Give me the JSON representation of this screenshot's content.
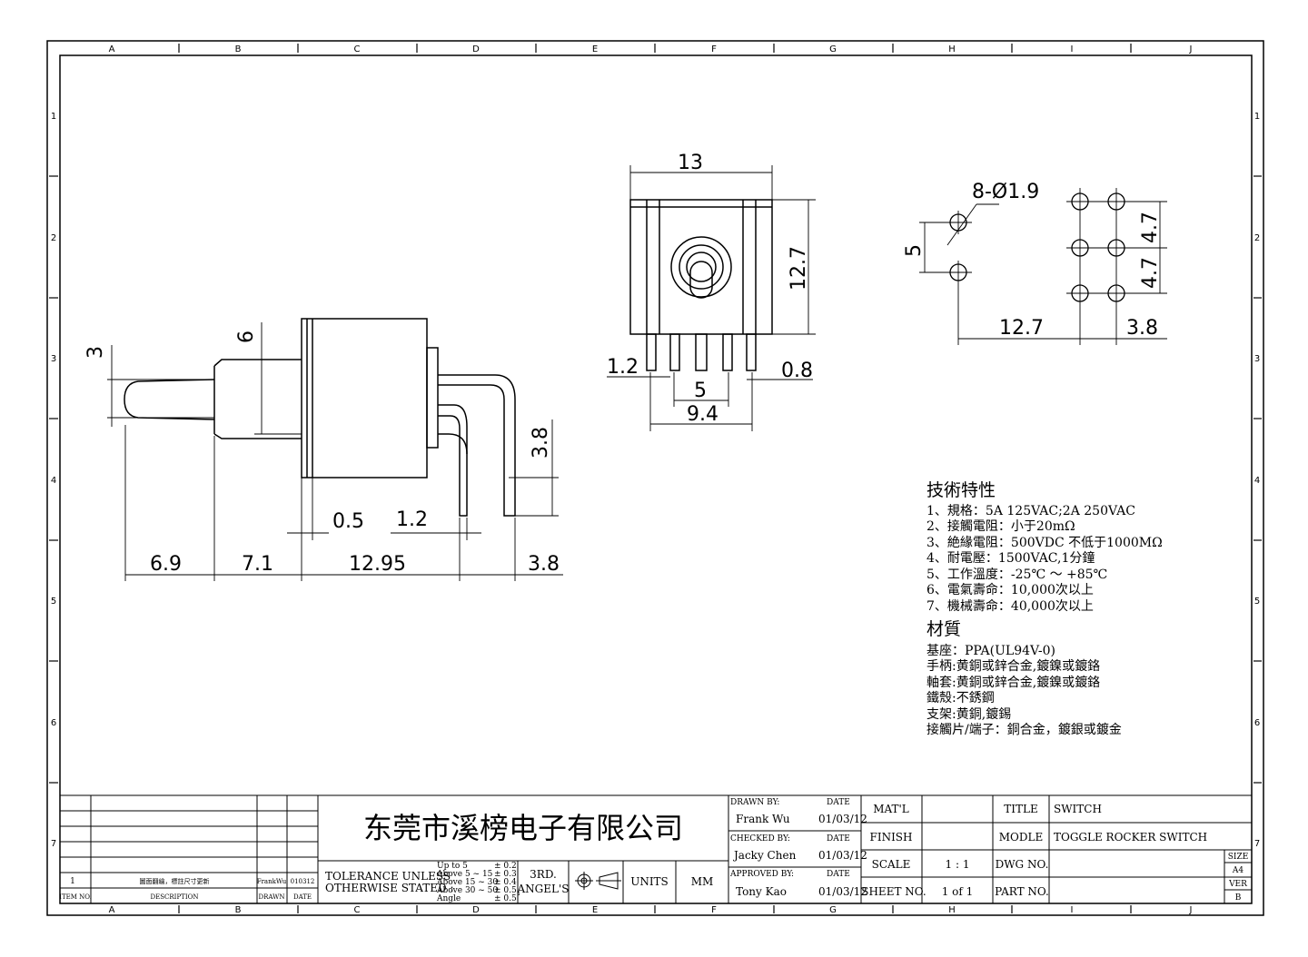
{
  "grid": {
    "cols": [
      "A",
      "B",
      "C",
      "D",
      "E",
      "F",
      "G",
      "H",
      "I",
      "J"
    ],
    "rows": [
      "1",
      "2",
      "3",
      "4",
      "5",
      "6",
      "7"
    ]
  },
  "dims": {
    "side_3": "3",
    "side_6": "6",
    "side_38v": "3.8",
    "side_05": "0.5",
    "side_12": "1.2",
    "side_69": "6.9",
    "side_71": "7.1",
    "side_1295": "12.95",
    "side_38h": "3.8",
    "front_13": "13",
    "front_127": "12.7",
    "front_12": "1.2",
    "front_08": "0.8",
    "front_5": "5",
    "front_94": "9.4",
    "pcb_holes": "8-Ø1.9",
    "pcb_5": "5",
    "pcb_47a": "4.7",
    "pcb_47b": "4.7",
    "pcb_127": "12.7",
    "pcb_38": "3.8"
  },
  "specs": {
    "title": "技術特性",
    "items": [
      "1、規格：5A 125VAC;2A 250VAC",
      "2、接觸電阻：小于20mΩ",
      "3、絶緣電阻：500VDC 不低于1000MΩ",
      "4、耐電壓：1500VAC,1分鐘",
      "5、工作溫度：-25℃ ～ +85℃",
      "6、電氣壽命：10,000次以上",
      "7、機械壽命：40,000次以上"
    ]
  },
  "materials": {
    "title": "材質",
    "items": [
      "基座：PPA(UL94V-0)",
      "手柄:黄銅或鋅合金,鍍鎳或鍍鉻",
      "軸套:黄銅或鋅合金,鍍鎳或鍍鉻",
      "鐵殼:不銹鋼",
      "支架:黄銅,鍍錫",
      "接觸片/端子：銅合金，鍍銀或鍍金"
    ]
  },
  "revision": {
    "item_no": "1",
    "description": "圖面翻繪，標註尺寸更新",
    "drawn": "FrankWu",
    "date": "010312",
    "head_item": "ITEM NO.",
    "head_desc": "DESCRIPTION",
    "head_drawn": "DRAWN",
    "head_date": "DATE"
  },
  "company": "东莞市溪榜电子有限公司",
  "tolerance": {
    "label1": "TOLERANCE UNLESS",
    "label2": "OTHERWISE STATED :",
    "rows": [
      {
        "range": "Up  to  5",
        "tol": "± 0.2"
      },
      {
        "range": "Above 5   ~ 15",
        "tol": "± 0.3"
      },
      {
        "range": "Above 15 ~ 30",
        "tol": "± 0.4"
      },
      {
        "range": "Above 30 ~ 50",
        "tol": "± 0.5"
      },
      {
        "range": "Angle",
        "tol": "± 0.5˚"
      }
    ]
  },
  "projection": {
    "line1": "3RD.",
    "line2": "ANGEL'S"
  },
  "units": {
    "label": "UNITS",
    "value": "MM"
  },
  "approvals": {
    "drawn_by_label": "DRAWN BY:",
    "drawn_by": "Frank Wu",
    "drawn_date": "01/03/12",
    "checked_by_label": "CHECKED BY:",
    "checked_by": "Jacky Chen",
    "checked_date": "01/03/12",
    "approved_by_label": "APPROVED BY:",
    "approved_by": "Tony Kao",
    "approved_date": "01/03/12",
    "date_label": "DATE"
  },
  "fields": {
    "matl_label": "MAT'L",
    "matl": "",
    "finish_label": "FINISH",
    "finish": "",
    "scale_label": "SCALE",
    "scale": "1 : 1",
    "sheet_label": "SHEET NO.",
    "sheet": "1 of 1",
    "title_label": "TITLE",
    "title": "SWITCH",
    "model_label": "MODLE",
    "model": "TOGGLE ROCKER SWITCH",
    "dwg_label": "DWG NO.",
    "dwg": "",
    "part_label": "PART NO.",
    "part": "",
    "size_label": "SIZE",
    "size": "A4",
    "ver_label": "VER",
    "ver": "B"
  }
}
